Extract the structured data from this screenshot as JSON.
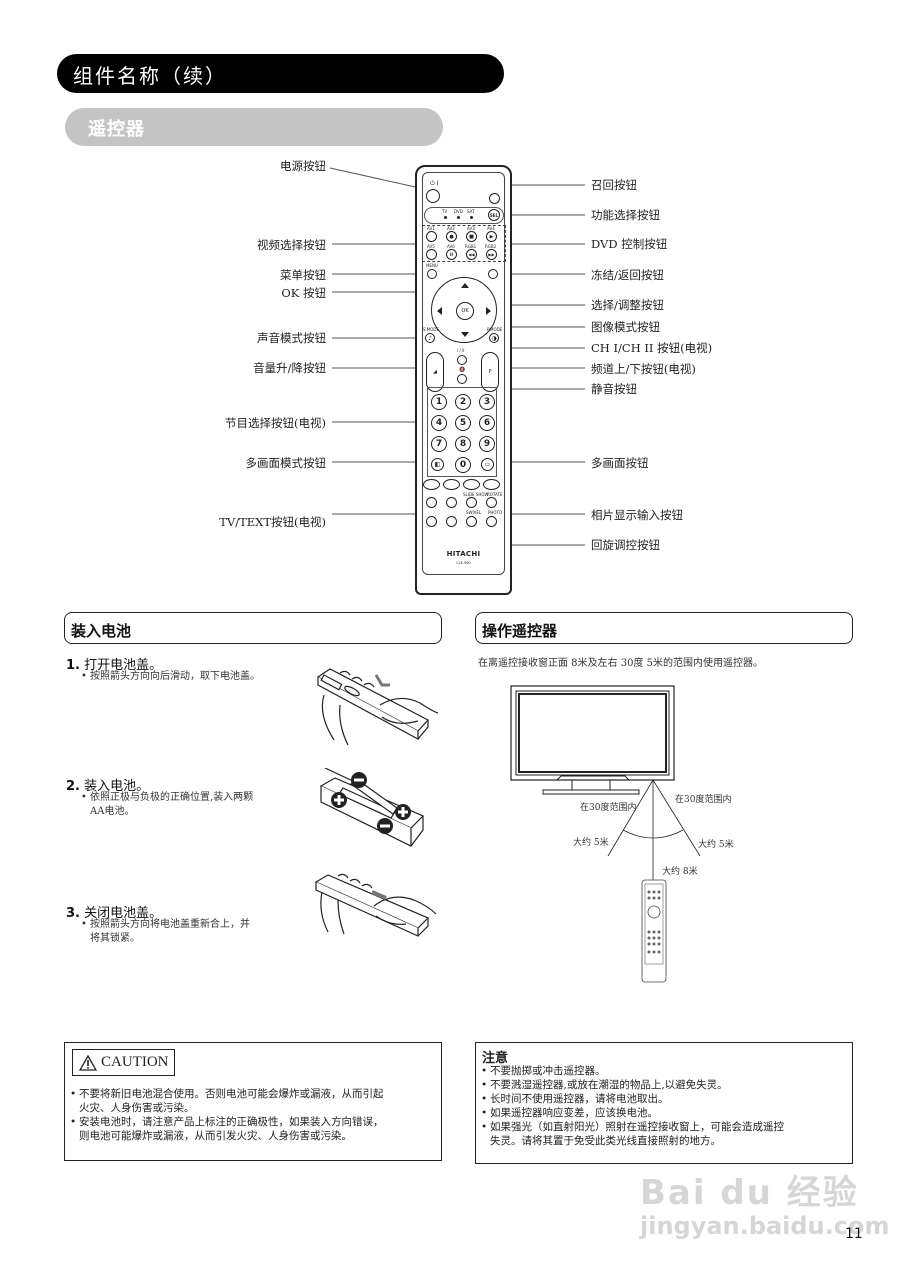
{
  "header": {
    "title": "组件名称（续）",
    "subtitle": "遥控器"
  },
  "remote_labels": {
    "left": [
      {
        "id": "power",
        "label": "电源按钮"
      },
      {
        "id": "video_select",
        "label": "视频选择按钮"
      },
      {
        "id": "menu",
        "label": "菜单按钮"
      },
      {
        "id": "ok",
        "label": "OK 按钮"
      },
      {
        "id": "sound_mode",
        "label": "声音模式按钮"
      },
      {
        "id": "volume",
        "label": "音量升/降按钮"
      },
      {
        "id": "program_select",
        "label": "节目选择按钮(电视)"
      },
      {
        "id": "multi_screen_mode",
        "label": "多画面模式按钮"
      },
      {
        "id": "tv_text",
        "label": "TV/TEXT按钮(电视)"
      }
    ],
    "right": [
      {
        "id": "recall",
        "label": "召回按钮"
      },
      {
        "id": "function_select",
        "label": "功能选择按钮"
      },
      {
        "id": "dvd_control",
        "label": "DVD 控制按钮"
      },
      {
        "id": "freeze_return",
        "label": "冻结/返回按钮"
      },
      {
        "id": "select_adjust",
        "label": "选择/调整按钮"
      },
      {
        "id": "picture_mode",
        "label": "图像模式按钮"
      },
      {
        "id": "ch_i_ii",
        "label": "CH I/CH II 按钮(电视)"
      },
      {
        "id": "channel",
        "label": "频道上/下按钮(电视)"
      },
      {
        "id": "mute",
        "label": "静音按钮"
      },
      {
        "id": "multi_screen",
        "label": "多画面按钮"
      },
      {
        "id": "photo_input",
        "label": "相片显示输入按钮"
      },
      {
        "id": "swivel",
        "label": "回旋调控按钮"
      }
    ]
  },
  "remote": {
    "power_symbol": "⏻ I",
    "source_labels": [
      "TV",
      "DVD",
      "SAT"
    ],
    "sel_label": "SEL",
    "av_row1": [
      "AV1",
      "AV2",
      "AV3",
      "AV4"
    ],
    "av_row2": [
      "AV5",
      "AV6",
      "RGB1",
      "RGB2"
    ],
    "menu_label": "MENU",
    "ok_label": "OK",
    "s_mode_label": "S.MODE",
    "p_mode_label": "P.MODE",
    "ch_label": "I / II",
    "p_label": "P",
    "plus": "+",
    "minus": "−",
    "numbers": [
      "1",
      "2",
      "3",
      "4",
      "5",
      "6",
      "7",
      "8",
      "9",
      "0"
    ],
    "slideshow_label": "SLIDE SHOW",
    "rotate_label": "ROTATE",
    "swivel_label": "SWIVEL",
    "photo_label": "PHOTO",
    "brand": "HITACHI",
    "model": "CLE-960"
  },
  "battery_section": {
    "heading": "装入电池",
    "steps": [
      {
        "num": "1.",
        "title": "打开电池盖。",
        "text": [
          "按照箭头方向向后滑动，取下电池盖。"
        ]
      },
      {
        "num": "2.",
        "title": "装入电池。",
        "text": [
          "依照正极与负极的正确位置,装入两颗",
          "AA电池。"
        ]
      },
      {
        "num": "3.",
        "title": "关闭电池盖。",
        "text": [
          "按照箭头方向将电池盖重新合上，并",
          "将其锁紧。"
        ]
      }
    ]
  },
  "operate_section": {
    "heading": "操作遥控器",
    "description": "在离遥控接收窗正面 8米及左右 30度 5米的范围内使用遥控器。",
    "diagram": {
      "left_angle": "在30度范围内",
      "right_angle": "在30度范围内",
      "left_distance": "大约 5米",
      "right_distance": "大约 5米",
      "front_distance": "大约 8米"
    }
  },
  "caution_box": {
    "title": "CAUTION",
    "items": [
      [
        "不要将新旧电池混合使用。否则电池可能会爆炸或漏液，从而引起",
        "火灾、人身伤害或污染。"
      ],
      [
        "安装电池时，请注意产品上标注的正确极性，如果装入方向错误，",
        "则电池可能爆炸或漏液，从而引发火灾、人身伤害或污染。"
      ]
    ]
  },
  "notice_box": {
    "title": "注意",
    "items": [
      [
        "不要抛掷或冲击遥控器。"
      ],
      [
        "不要溅湿遥控器,或放在潮湿的物品上,以避免失灵。"
      ],
      [
        "长时间不使用遥控器，请将电池取出。"
      ],
      [
        "如果遥控器响应变差，应该换电池。"
      ],
      [
        "如果强光（如直射阳光）照射在遥控接收窗上，可能会造成遥控",
        "失灵。请将其置于免受此类光线直接照射的地方。"
      ]
    ]
  },
  "watermark": {
    "logo": "Bai du 经验",
    "url": "jingyan.baidu.com"
  },
  "page_number": "11"
}
